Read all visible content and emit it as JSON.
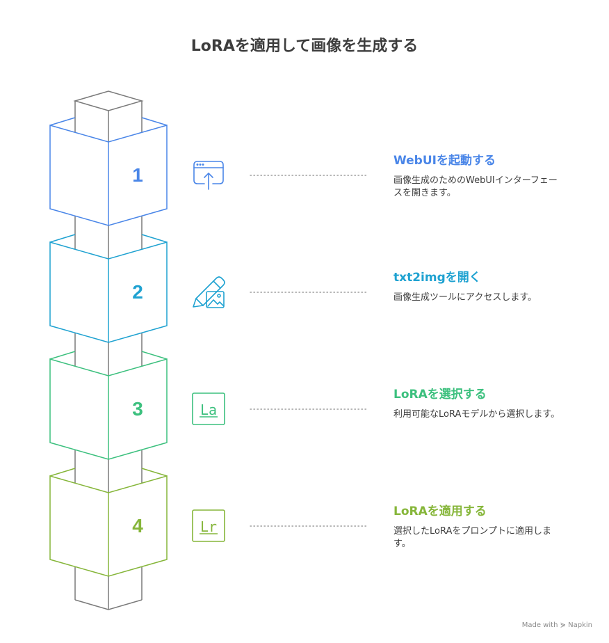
{
  "title": "LoRAを適用して画像を生成する",
  "steps": [
    {
      "number": "1",
      "color": "#4a86e8",
      "icon": "browser-upload-icon",
      "heading": "WebUIを起動する",
      "description": "画像生成のためのWebUIインターフェースを開きます。"
    },
    {
      "number": "2",
      "color": "#1fa2d1",
      "icon": "pencil-image-icon",
      "heading": "txt2imgを開く",
      "description": "画像生成ツールにアクセスします。"
    },
    {
      "number": "3",
      "color": "#3cc07e",
      "icon": "lora-text-icon",
      "icon_text": "La",
      "heading": "LoRAを選択する",
      "description": "利用可能なLoRAモデルから選択します。"
    },
    {
      "number": "4",
      "color": "#86b63a",
      "icon": "apply-text-icon",
      "icon_text": "Lr",
      "heading": "LoRAを適用する",
      "description": "選択したLoRAをプロンプトに適用します。"
    }
  ],
  "footer": "Made with ⋟ Napkin"
}
